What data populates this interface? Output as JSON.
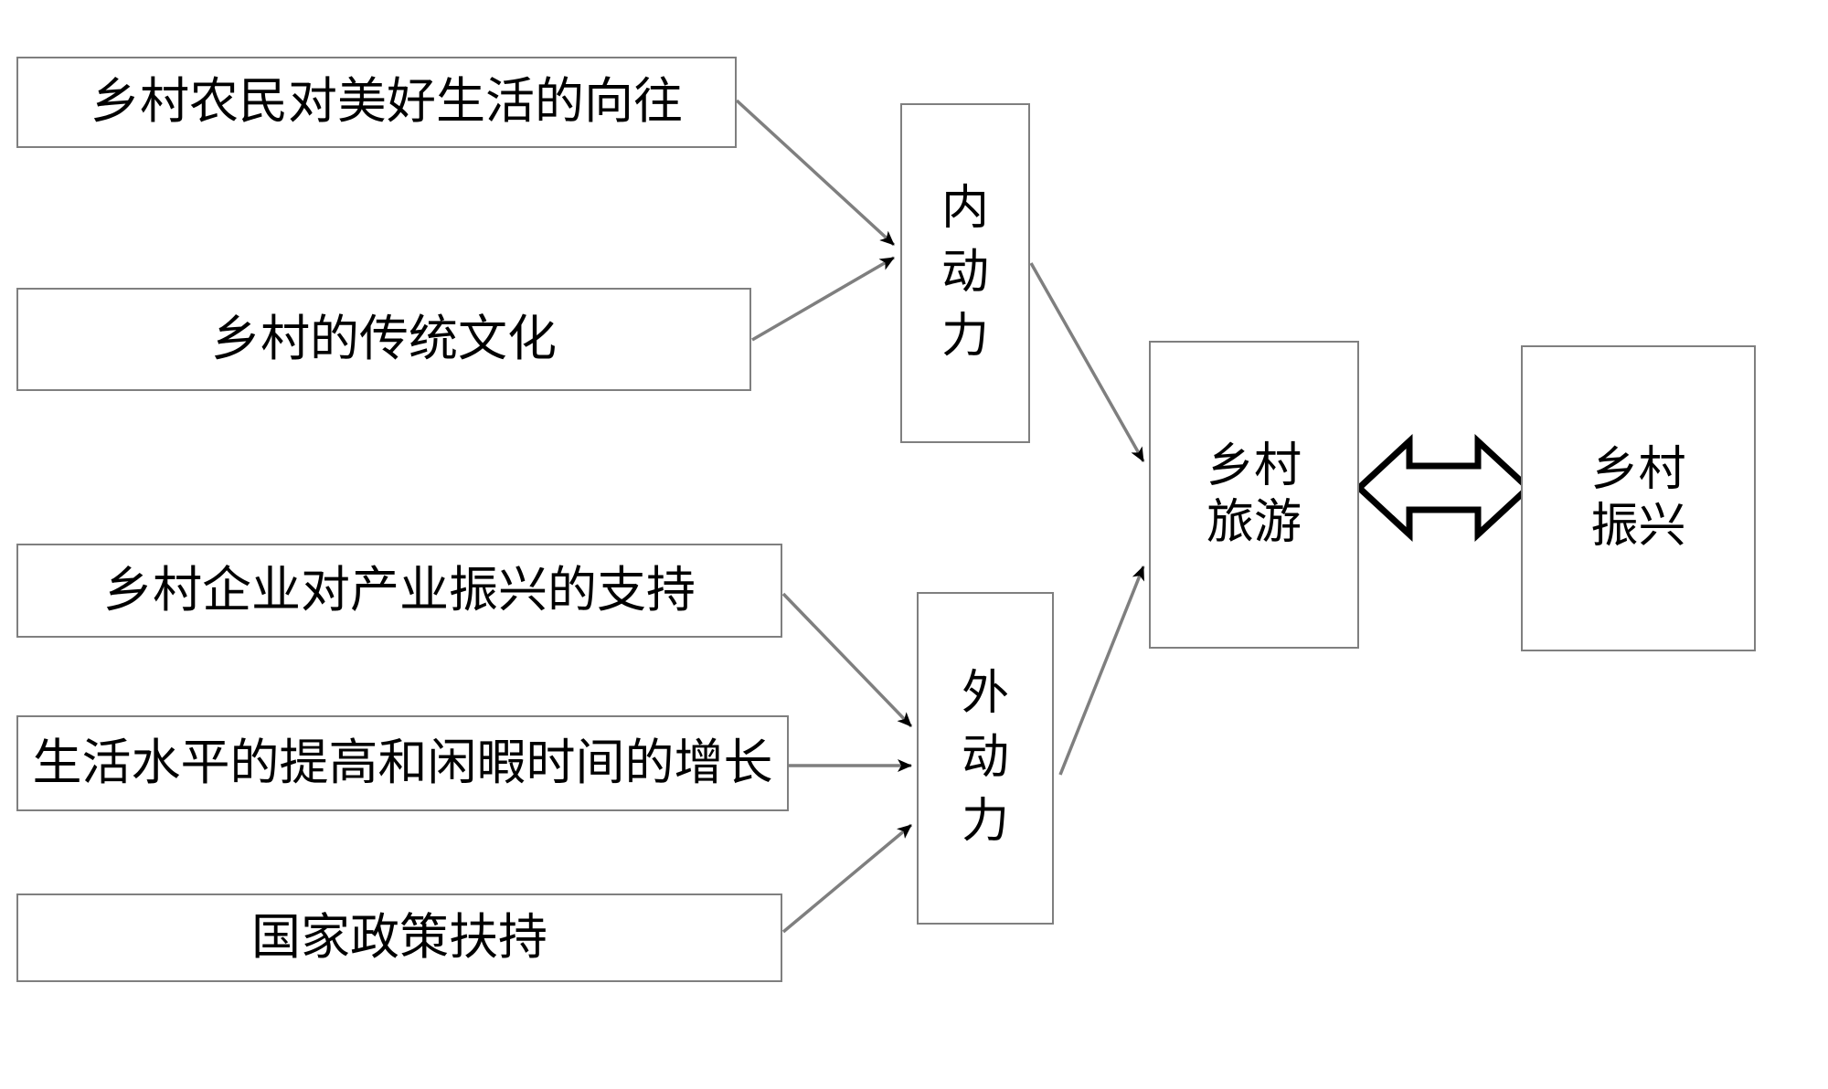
{
  "diagram": {
    "title": "",
    "nodes": {
      "farmer_aspiration": "乡村农民对美好生活的向往",
      "traditional_culture": "乡村的传统文化",
      "enterprise_support": "乡村企业对产业振兴的支持",
      "living_standard": "生活水平的提高和闲暇时间的增长",
      "national_policy": "国家政策扶持",
      "internal_force": "内\n动\n力",
      "external_force": "外\n动\n力",
      "rural_tourism": "乡村\n旅游",
      "rural_revitalization": "乡村\n振兴"
    },
    "edges": [
      {
        "from": "farmer_aspiration",
        "to": "internal_force",
        "style": "single-arrow"
      },
      {
        "from": "traditional_culture",
        "to": "internal_force",
        "style": "single-arrow"
      },
      {
        "from": "enterprise_support",
        "to": "external_force",
        "style": "single-arrow"
      },
      {
        "from": "living_standard",
        "to": "external_force",
        "style": "single-arrow"
      },
      {
        "from": "national_policy",
        "to": "external_force",
        "style": "single-arrow"
      },
      {
        "from": "internal_force",
        "to": "rural_tourism",
        "style": "single-arrow"
      },
      {
        "from": "external_force",
        "to": "rural_tourism",
        "style": "single-arrow"
      },
      {
        "from": "rural_tourism",
        "to": "rural_revitalization",
        "style": "double-block-arrow"
      }
    ],
    "colors": {
      "box_border": "#7f7f7f",
      "line": "#7f7f7f",
      "arrow_head": "#000000",
      "text": "#000000",
      "background": "#ffffff"
    }
  }
}
